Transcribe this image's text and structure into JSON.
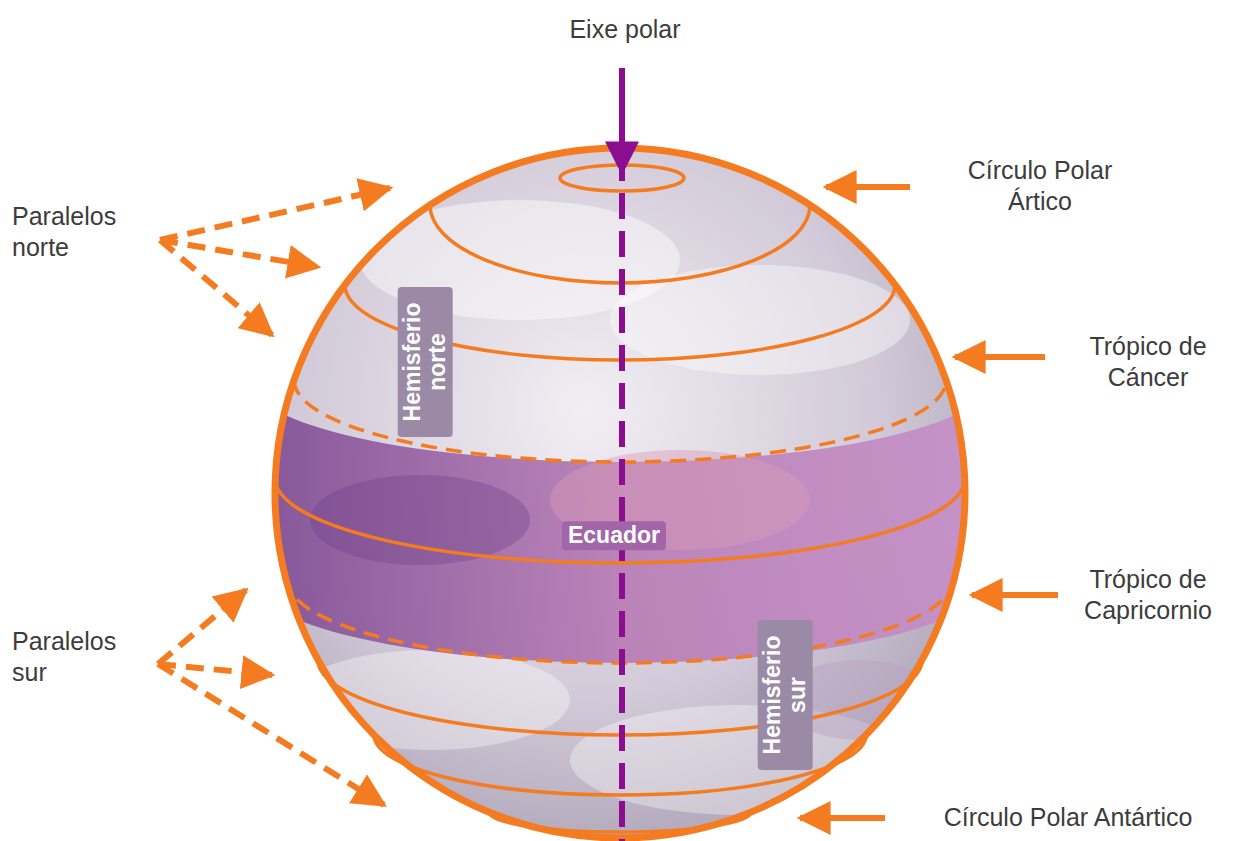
{
  "diagram": {
    "labels": [
      "Eixe polar",
      "Círculo Polar Ártico",
      "Paralelos norte",
      "Trópico de Cáncer",
      "Hemisferio norte",
      "Ecuador",
      "Trópico de Capricornio",
      "Paralelos sur",
      "Hemisferio sur",
      "Círculo Polar Antártico"
    ]
  }
}
